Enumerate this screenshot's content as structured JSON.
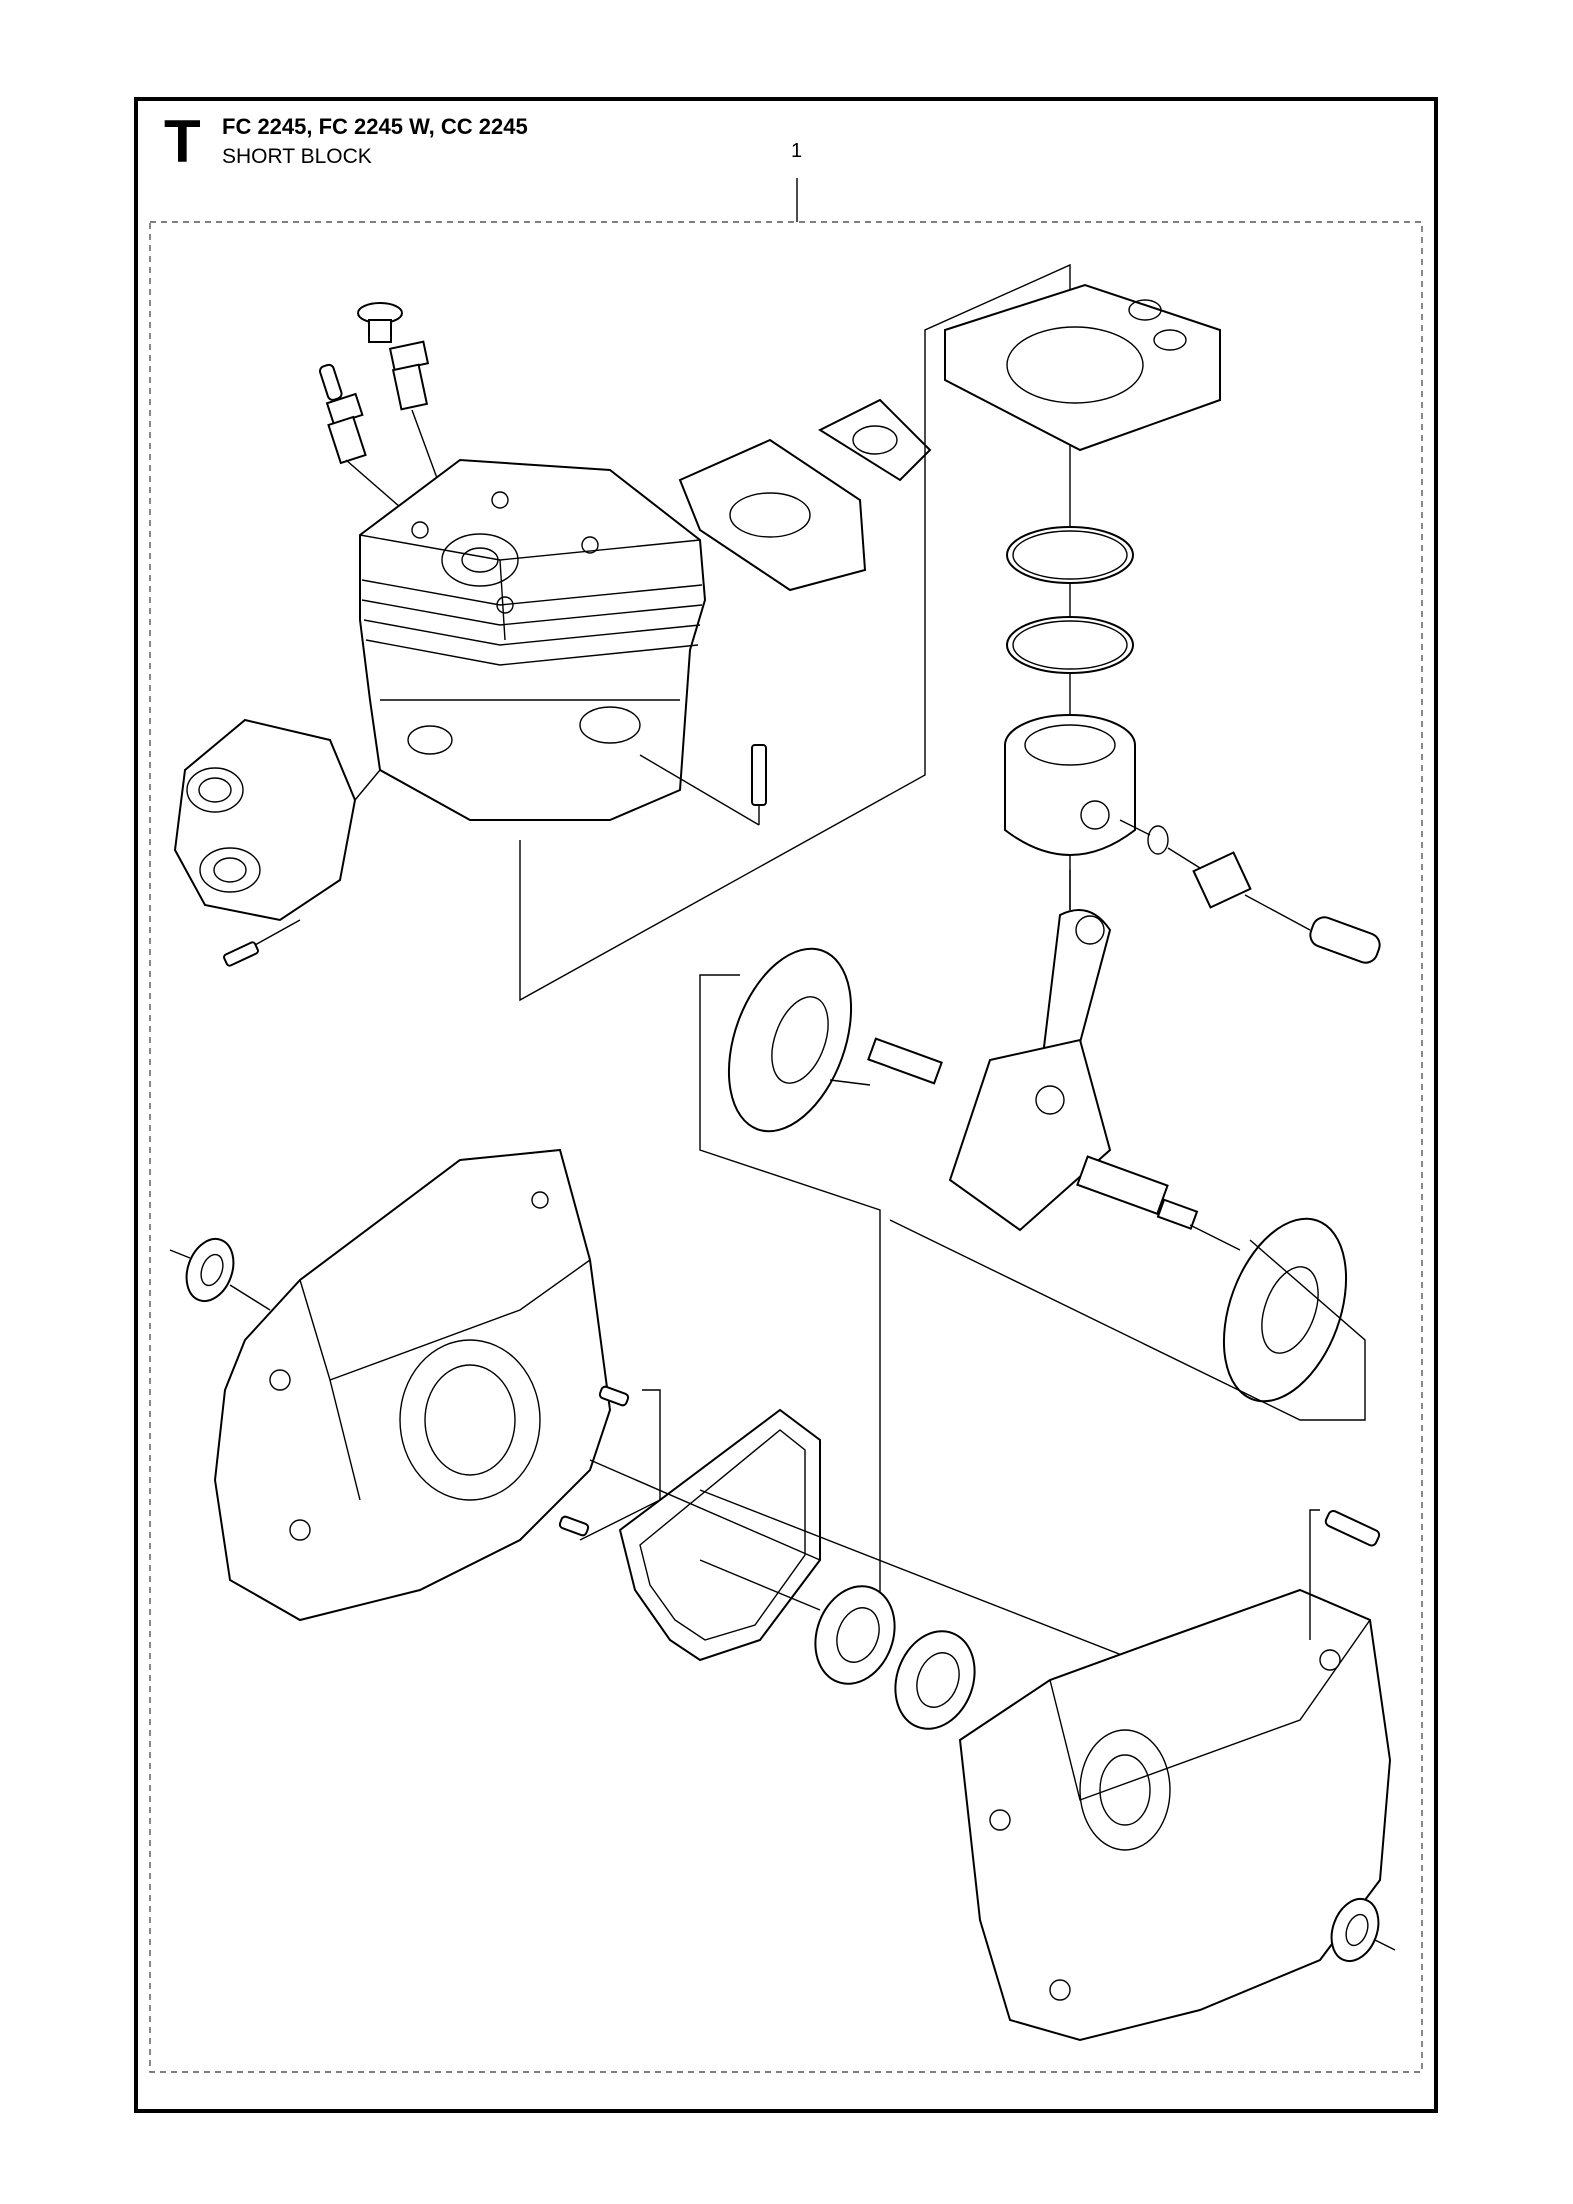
{
  "header": {
    "section_letter": "T",
    "models": "FC 2245, FC 2245 W, CC 2245",
    "section_title": "SHORT BLOCK"
  },
  "callouts": [
    {
      "label": "1"
    }
  ]
}
